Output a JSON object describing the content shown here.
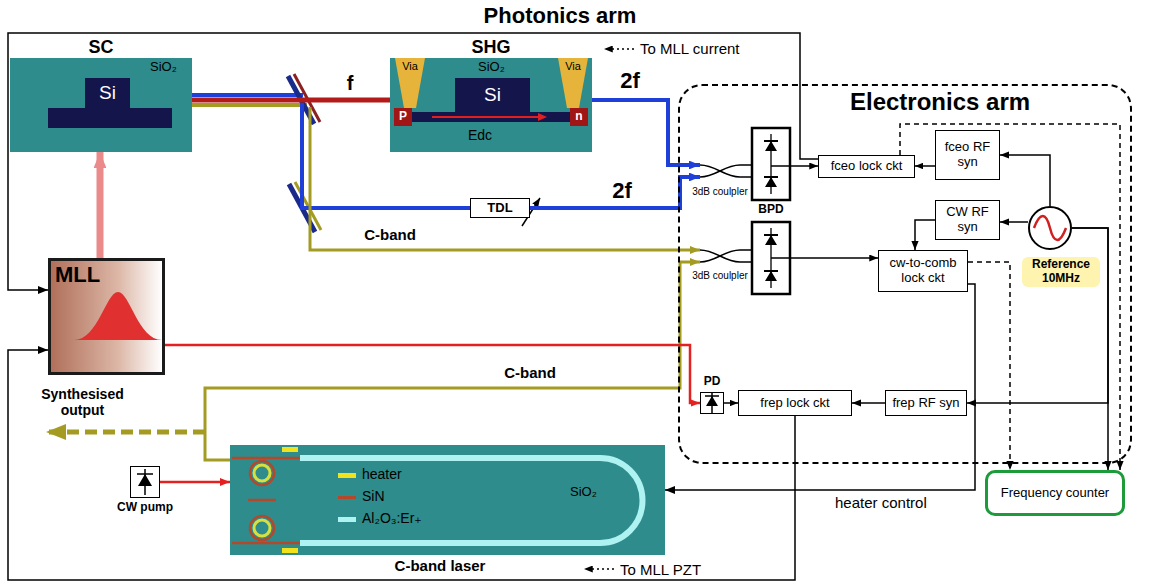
{
  "diagram": {
    "nodes": [
      {
        "text": [
          "SC",
          "SiO₂"
        ]
      },
      {
        "text": [
          "Si"
        ],
        "in": 0
      },
      {
        "text": [
          "SHG",
          "SiO₂"
        ]
      },
      {
        "text": [
          "Via"
        ],
        "in": 2
      },
      {
        "text": [
          "Via"
        ],
        "in": 2
      },
      {
        "text": [
          "Si"
        ],
        "in": 2
      },
      {
        "text": [
          "P"
        ],
        "in": 2
      },
      {
        "text": [
          "n"
        ],
        "in": 2
      },
      {
        "text": [
          "TDL"
        ]
      },
      {
        "text": [
          "MLL"
        ]
      },
      {
        "text": [
          "CW pump"
        ]
      },
      {
        "text": [
          "C-band laser",
          "SiO₂"
        ]
      },
      {
        "text": [
          "Electronics arm"
        ]
      },
      {
        "text": [
          "3dB coulpler"
        ],
        "in": 12
      },
      {
        "text": [
          "fceo lock ckt"
        ],
        "in": 12
      },
      {
        "text": [
          "fceo RF syn"
        ],
        "in": 12
      },
      {
        "text": [
          "CW RF syn"
        ],
        "in": 12
      },
      {
        "text": [
          "Reference 10MHz"
        ],
        "in": 12
      },
      {
        "text": [
          "3dB coulpler"
        ],
        "in": 12
      },
      {
        "text": [
          "cw-to-comb lock ckt"
        ],
        "in": 12
      },
      {
        "text": [
          "PD"
        ],
        "in": 12
      },
      {
        "text": [
          "frep lock ckt"
        ],
        "in": 12
      },
      {
        "text": [
          "frep RF syn"
        ],
        "in": 12
      },
      {
        "text": [
          "Frequency counter"
        ]
      }
    ],
    "edges": [
      {
        "from": 9,
        "to": 0,
        "arrow": "to"
      },
      {
        "from": 0,
        "to": 2,
        "arrow": "none"
      },
      {
        "from": 2,
        "to": 13,
        "arrow": "to"
      },
      {
        "from": 8,
        "to": 13,
        "arrow": "to"
      },
      {
        "from": 11,
        "to": 18,
        "arrow": "to"
      },
      {
        "from": 9,
        "to": 20,
        "arrow": "to"
      },
      {
        "from": 20,
        "to": 21,
        "arrow": "to"
      },
      {
        "from": 22,
        "to": 21,
        "arrow": "to"
      },
      {
        "from": 15,
        "to": 14,
        "arrow": "to"
      },
      {
        "from": 16,
        "to": 19,
        "arrow": "to"
      },
      {
        "from": 17,
        "to": 15,
        "arrow": "to"
      },
      {
        "from": 17,
        "to": 16,
        "arrow": "to"
      },
      {
        "from": 17,
        "to": 22,
        "arrow": "to"
      },
      {
        "from": 17,
        "to": 23,
        "arrow": "to"
      },
      {
        "from": 14,
        "to": 23,
        "arrow": "to"
      },
      {
        "from": 19,
        "to": 23,
        "arrow": "to"
      },
      {
        "from": 14,
        "to": 9,
        "arrow": "to",
        "label": "To MLL current"
      },
      {
        "from": 21,
        "to": 9,
        "arrow": "to",
        "label": "To MLL PZT"
      },
      {
        "from": 19,
        "to": 11,
        "arrow": "to",
        "label": "heater control"
      },
      {
        "from": 10,
        "to": 11,
        "arrow": "to"
      }
    ],
    "labels": [
      "Photonics arm",
      "f",
      "2f",
      "Edc",
      "2f",
      "C-band",
      "C-band",
      "BPD",
      "Synthesised output"
    ],
    "legend": [
      {
        "text": "heater",
        "color": "#f2e21c"
      },
      {
        "text": "SiN",
        "color": "#b5472a"
      },
      {
        "text": "Al₂O₃:Er₊",
        "color": "#aef2f2"
      }
    ]
  }
}
